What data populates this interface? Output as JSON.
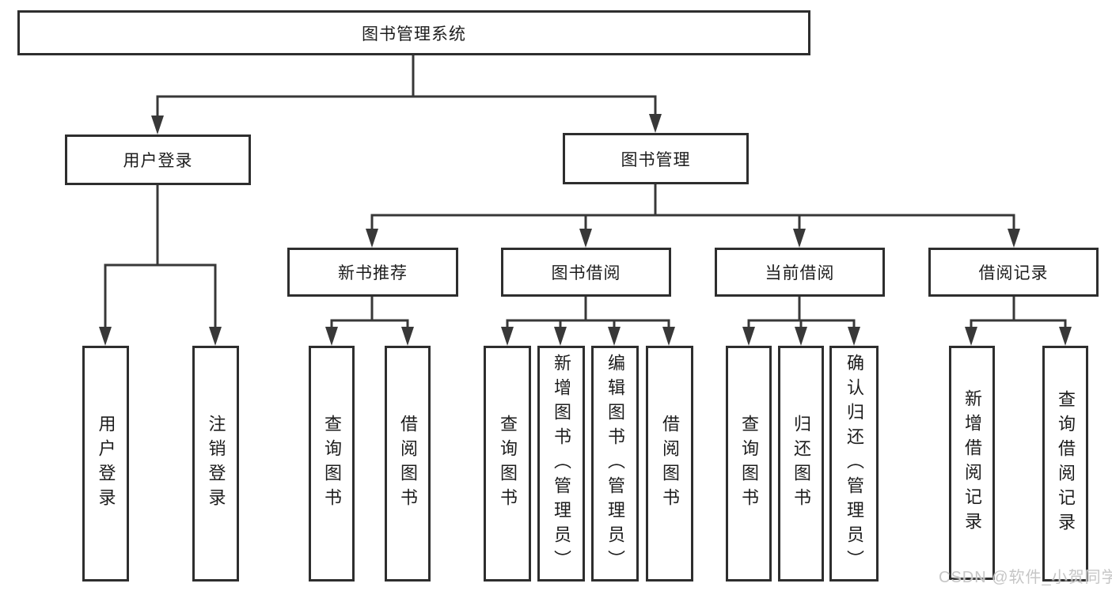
{
  "tree": {
    "label": "图书管理系统",
    "children": [
      {
        "label": "用户登录",
        "children": [
          {
            "label": "用户登录"
          },
          {
            "label": "注销登录"
          }
        ]
      },
      {
        "label": "图书管理",
        "children": [
          {
            "label": "新书推荐",
            "children": [
              {
                "label": "查询图书"
              },
              {
                "label": "借阅图书"
              }
            ]
          },
          {
            "label": "图书借阅",
            "children": [
              {
                "label": "查询图书"
              },
              {
                "label": "新增图书（管理员）"
              },
              {
                "label": "编辑图书（管理员）"
              },
              {
                "label": "借阅图书"
              }
            ]
          },
          {
            "label": "当前借阅",
            "children": [
              {
                "label": "查询图书"
              },
              {
                "label": "归还图书"
              },
              {
                "label": "确认归还（管理员）"
              }
            ]
          },
          {
            "label": "借阅记录",
            "children": [
              {
                "label": "新增借阅记录"
              },
              {
                "label": "查询借阅记录"
              }
            ]
          }
        ]
      }
    ]
  },
  "watermark": {
    "text": "CSDN @软件_小贺同学"
  },
  "colors": {
    "background": "#ffffff",
    "line": "#383838",
    "box_border": "#2e2e2e",
    "text": "#1d1d1d",
    "watermark": "#c6c6c6"
  }
}
